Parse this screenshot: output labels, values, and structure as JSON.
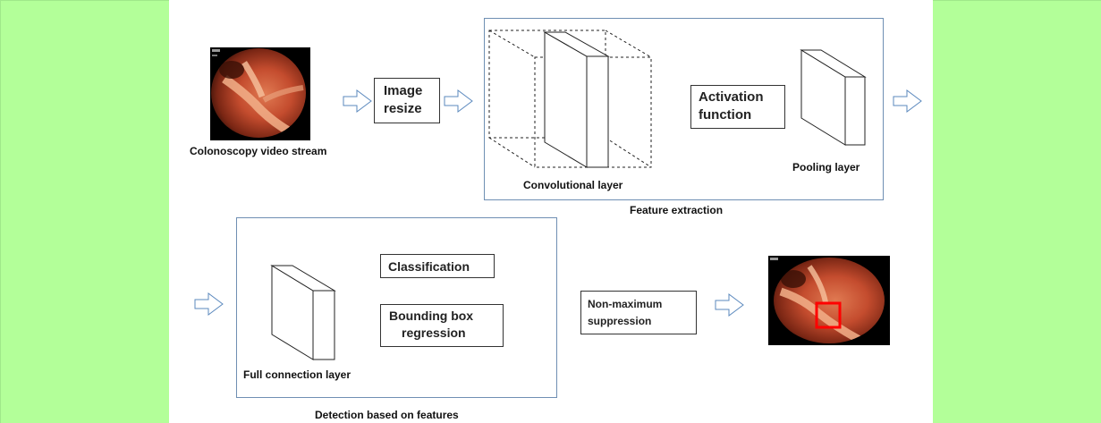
{
  "input_label": "Colonoscopy video stream",
  "image_resize": [
    "Image",
    "resize"
  ],
  "feature_extraction": {
    "title": "Feature extraction",
    "convolutional_layer": "Convolutional layer",
    "activation_function": [
      "Activation",
      "function"
    ],
    "pooling_layer": "Pooling layer"
  },
  "detection": {
    "title": "Detection based on features",
    "full_connection_layer": "Full connection layer",
    "classification": "Classification",
    "bounding_box_regression": [
      "Bounding box",
      "regression"
    ]
  },
  "nms": [
    "Non-maximum",
    "suppression"
  ],
  "colors": {
    "side_background": "#b3ff99",
    "panel_border": "#6f8fb3",
    "arrow_outline": "#5b89be",
    "detection_box": "#ff0000"
  }
}
